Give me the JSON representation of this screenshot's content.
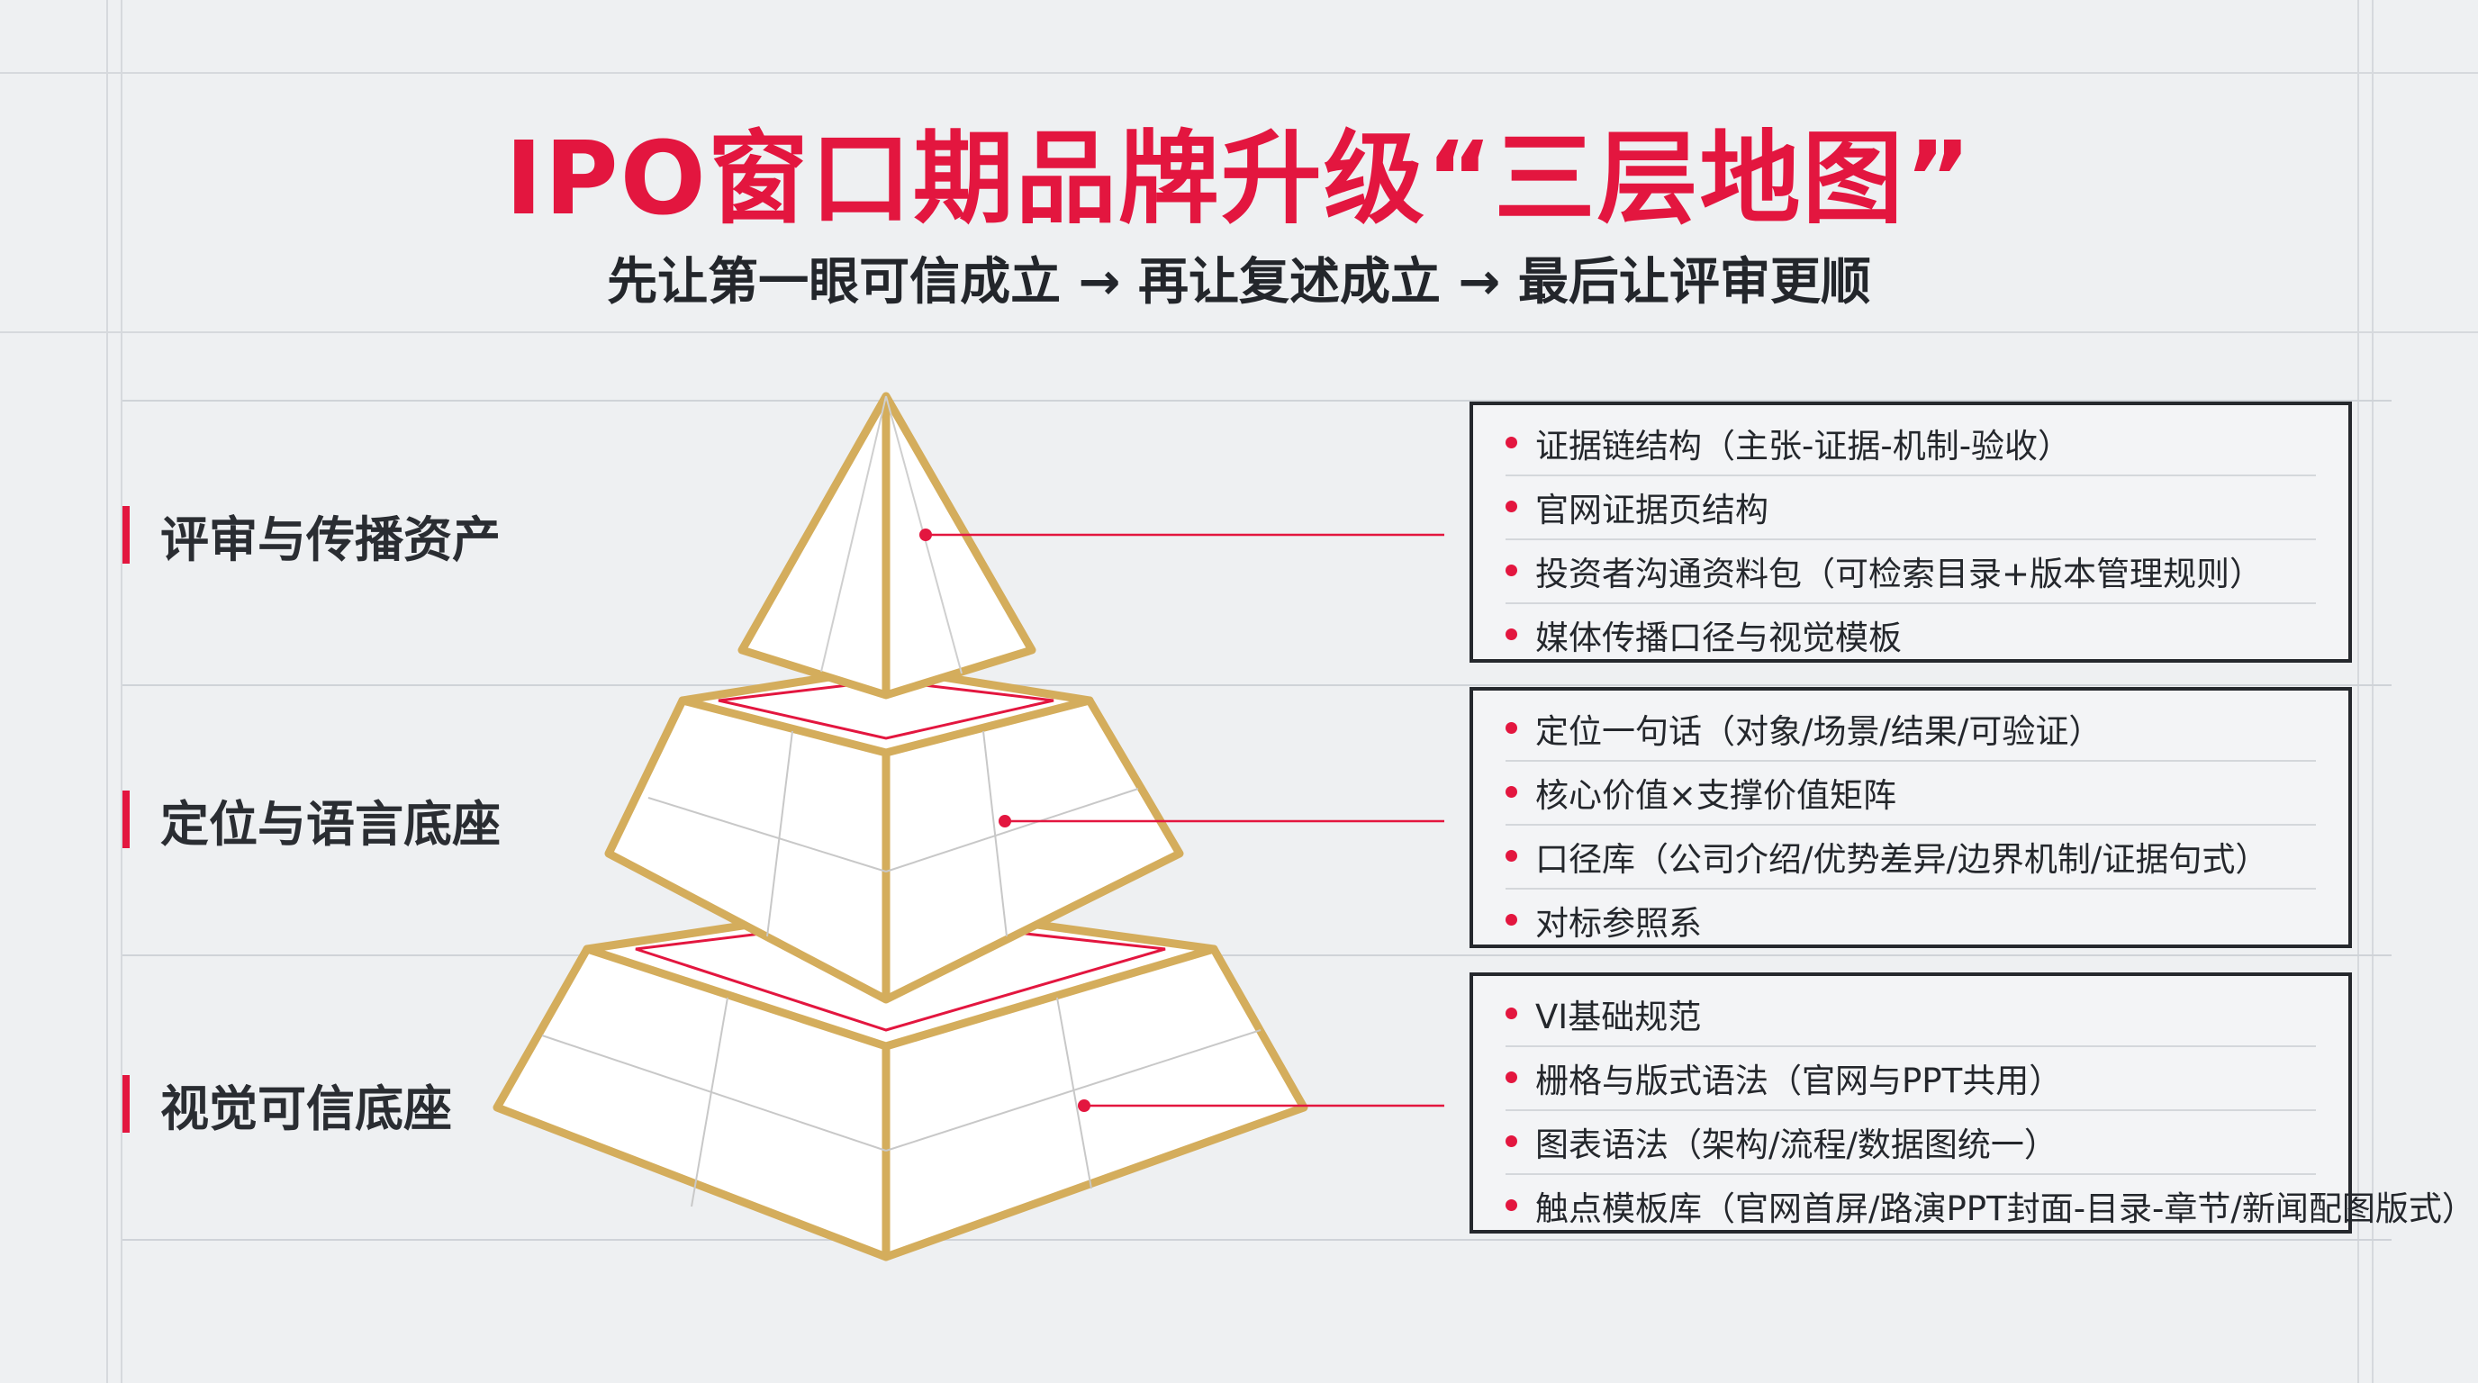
{
  "title": "IPO窗口期品牌升级“三层地图”",
  "subtitle": "先让第一眼可信成立 → 再让复述成立 → 最后让评审更顺",
  "colors": {
    "accent": "#e3163f",
    "gold": "#d4ad5c",
    "text": "#24272c",
    "box_border": "#25282d"
  },
  "layers": [
    {
      "label": "评审与传播资产",
      "items": [
        "证据链结构（主张-证据-机制-验收）",
        "官网证据页结构",
        "投资者沟通资料包（可检索目录+版本管理规则）",
        "媒体传播口径与视觉模板"
      ]
    },
    {
      "label": "定位与语言底座",
      "items": [
        "定位一句话（对象/场景/结果/可验证）",
        "核心价值×支撑价值矩阵",
        "口径库（公司介绍/优势差异/边界机制/证据句式）",
        "对标参照系"
      ]
    },
    {
      "label": "视觉可信底座",
      "items": [
        "VI基础规范",
        "栅格与版式语法（官网与PPT共用）",
        "图表语法（架构/流程/数据图统一）",
        "触点模板库（官网首屏/路演PPT封面-目录-章节/新闻配图版式）"
      ]
    }
  ]
}
